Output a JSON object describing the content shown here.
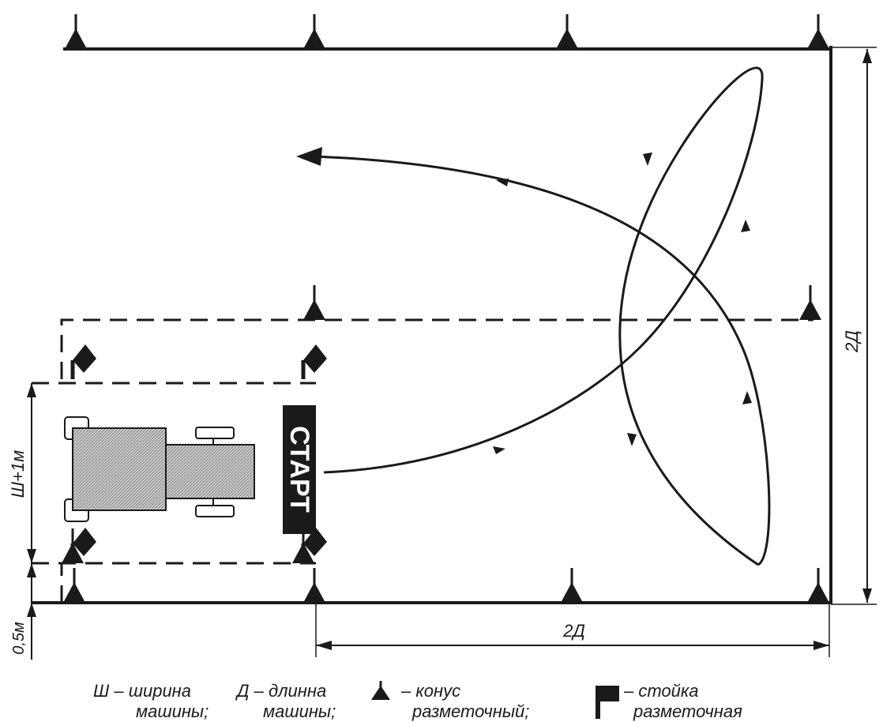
{
  "start_label": "СТАРТ",
  "dimensions": {
    "width_label": "2Д",
    "height_label": "2Д",
    "gate_label": "Ш+1м",
    "offset_label": "0,5м"
  },
  "legend": {
    "w_line1": "Ш – ширина",
    "w_line2": "машины;",
    "d_line1": "Д – длинна",
    "d_line2": "машины;",
    "cone_line1": "– конус",
    "cone_line2": "разметочный;",
    "post_line1": "– стойка",
    "post_line2": "разметочная"
  },
  "colors": {
    "line": "#1a1a1a",
    "hatch": "#9a9a9a"
  }
}
